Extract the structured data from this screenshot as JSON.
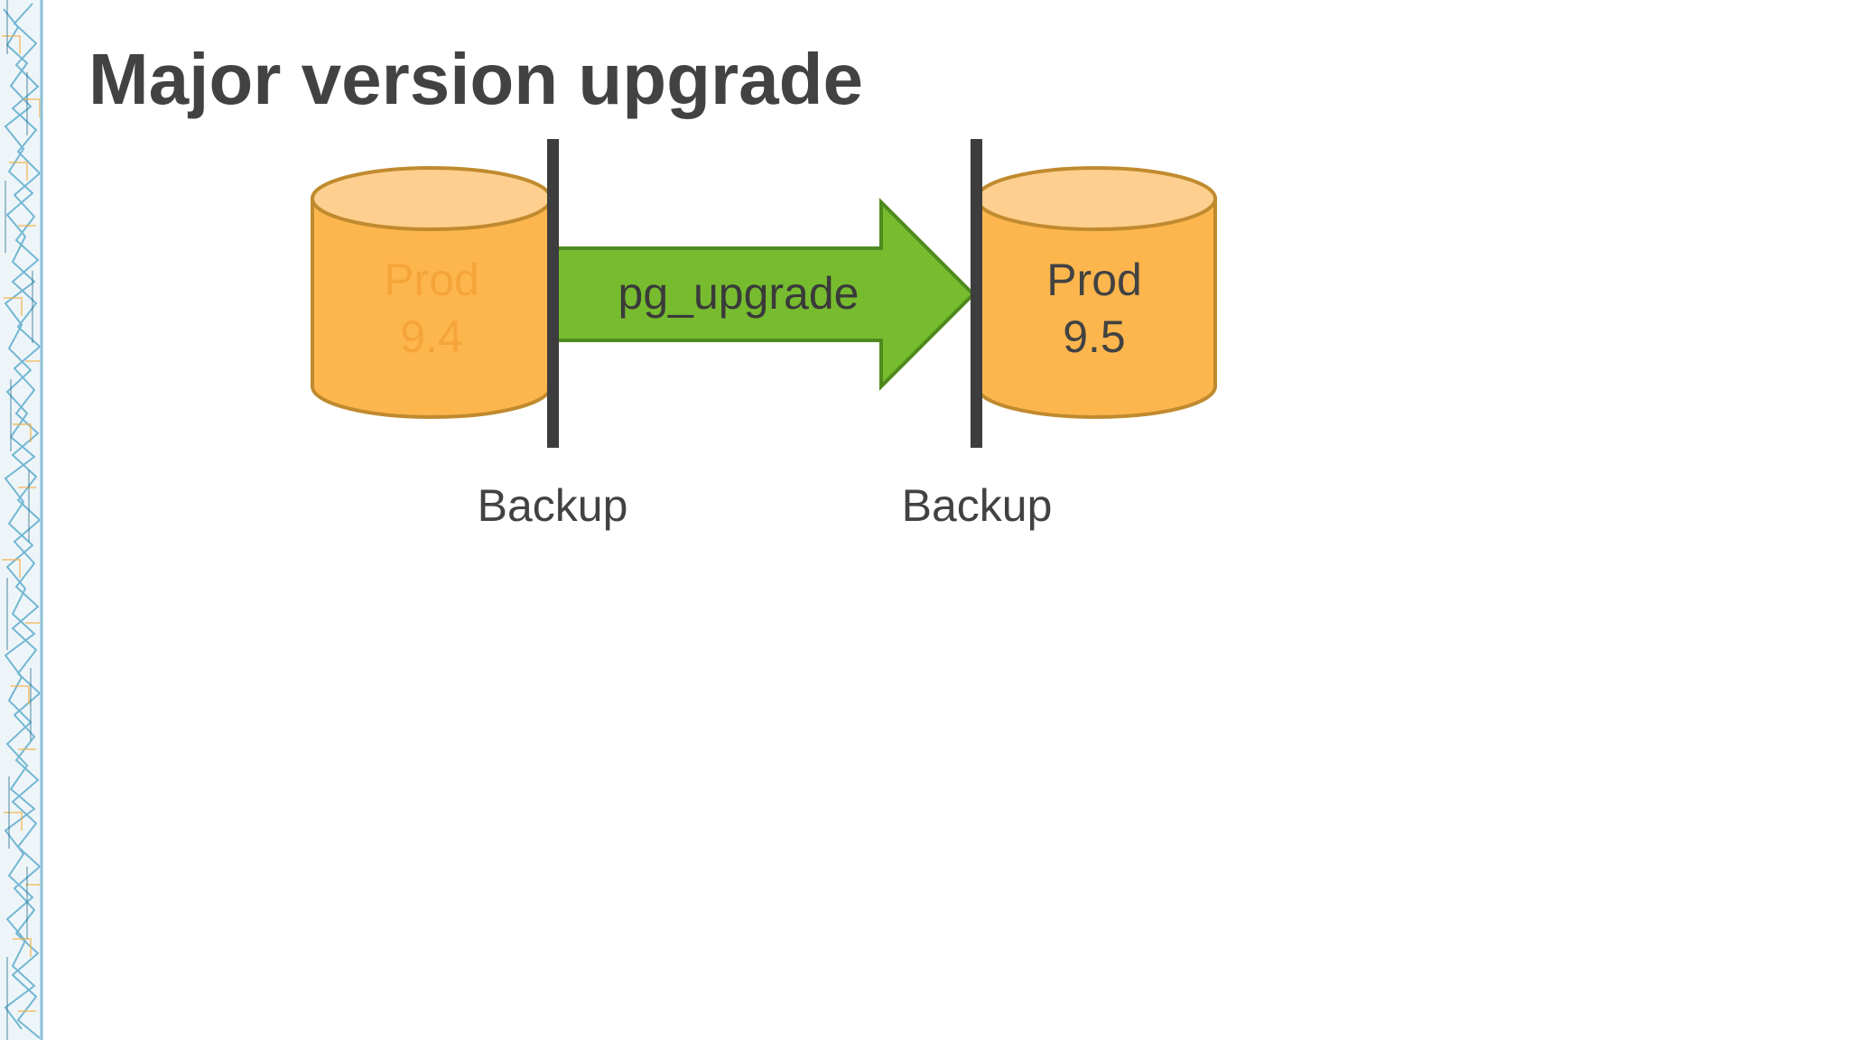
{
  "slide": {
    "title": "Major version upgrade"
  },
  "diagram": {
    "source_db": {
      "name": "Prod",
      "version": "9.4",
      "text_color": "#f5a43a"
    },
    "target_db": {
      "name": "Prod",
      "version": "9.5",
      "text_color": "#424242"
    },
    "arrow": {
      "label": "pg_upgrade",
      "fill": "#77bc2f",
      "stroke": "#4f8a1f"
    },
    "backups": [
      {
        "label": "Backup"
      },
      {
        "label": "Backup"
      }
    ],
    "db_colors": {
      "body": "#fdb64d",
      "top": "#fecf8e",
      "stroke": "#c08a2e"
    },
    "divider_color": "#3d3d3d"
  }
}
